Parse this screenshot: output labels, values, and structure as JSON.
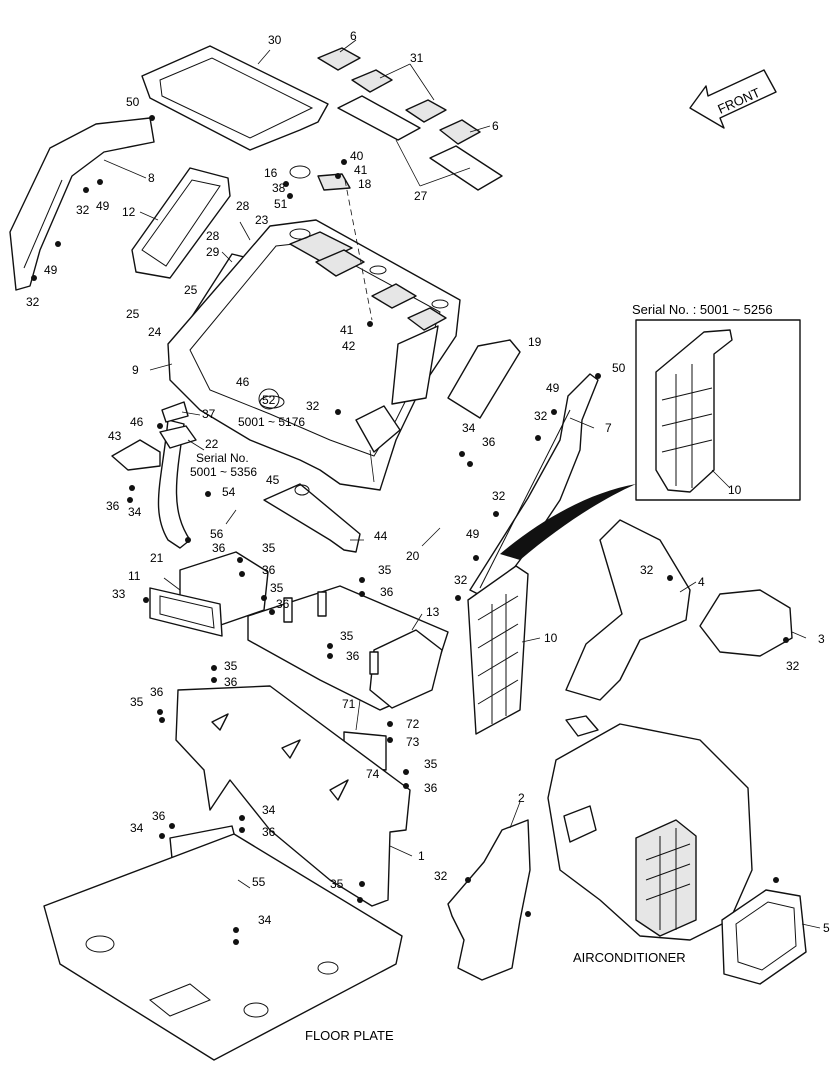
{
  "callouts": [
    "1",
    "2",
    "3",
    "4",
    "5",
    "6",
    "6",
    "7",
    "8",
    "9",
    "10",
    "10",
    "11",
    "12",
    "13",
    "16",
    "18",
    "19",
    "20",
    "21",
    "22",
    "23",
    "24",
    "25",
    "25",
    "27",
    "28",
    "28",
    "29",
    "30",
    "31",
    "32",
    "32",
    "32",
    "32",
    "32",
    "32",
    "32",
    "32",
    "32",
    "33",
    "34",
    "34",
    "34",
    "34",
    "34",
    "35",
    "35",
    "35",
    "35",
    "35",
    "35",
    "35",
    "35",
    "36",
    "36",
    "36",
    "36",
    "36",
    "36",
    "36",
    "36",
    "36",
    "36",
    "36",
    "36",
    "37",
    "38",
    "40",
    "41",
    "41",
    "42",
    "43",
    "44",
    "45",
    "46",
    "46",
    "49",
    "49",
    "49",
    "49",
    "50",
    "50",
    "51",
    "52",
    "54",
    "55",
    "56",
    "71",
    "72",
    "73",
    "74"
  ],
  "labels": {
    "front": "FRONT",
    "serial_top": "Serial No. : 5001 ~ 5256",
    "serial_mid_1": "Serial No.",
    "serial_mid_2": "5001 ~ 5356",
    "serial_range": "5001 ~ 5176",
    "airconditioner": "AIRCONDITIONER",
    "floor_plate": "FLOOR PLATE"
  },
  "colors": {
    "line": "#111111",
    "background": "#ffffff",
    "shade": "#e6e6e6"
  }
}
